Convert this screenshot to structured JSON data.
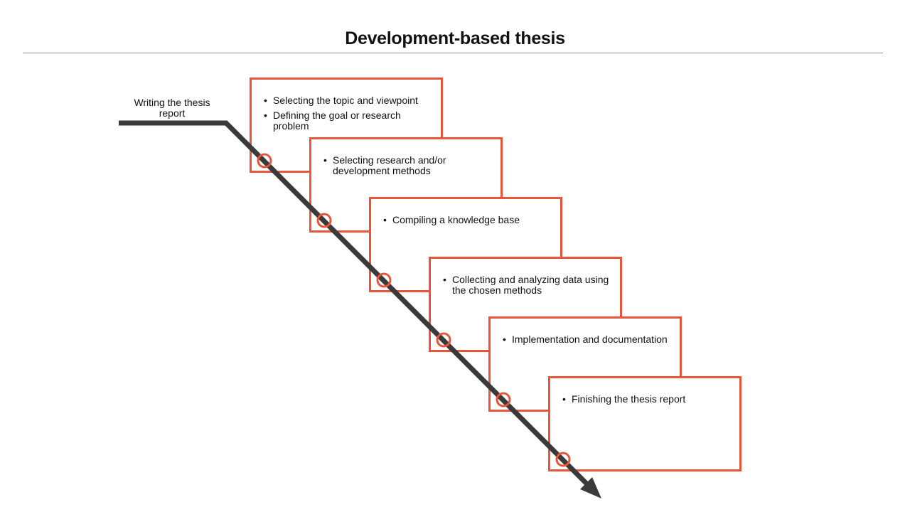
{
  "title": "Development-based thesis",
  "start_label": "Writing the thesis report",
  "steps": [
    {
      "bullets": [
        "Selecting the topic and viewpoint",
        "Defining the goal or research problem"
      ]
    },
    {
      "bullets": [
        "Selecting research and/or development methods"
      ]
    },
    {
      "bullets": [
        "Compiling a knowledge base"
      ]
    },
    {
      "bullets": [
        "Collecting and analyzing data using the chosen methods"
      ]
    },
    {
      "bullets": [
        "Implementation and documentation"
      ]
    },
    {
      "bullets": [
        "Finishing the thesis report"
      ]
    }
  ],
  "colors": {
    "accent": "#e8553a",
    "arrow": "#3a3a3a",
    "text": "#111111"
  }
}
